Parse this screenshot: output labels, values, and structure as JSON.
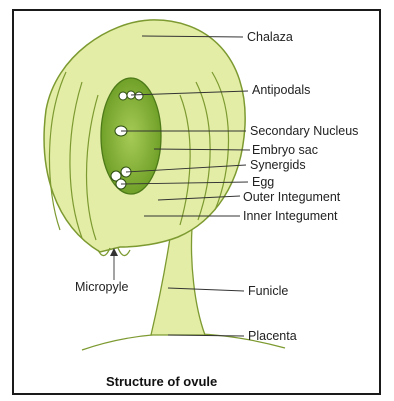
{
  "caption": "Structure of ovule",
  "labels": {
    "chalaza": "Chalaza",
    "antipodals": "Antipodals",
    "secondary_nucleus": "Secondary Nucleus",
    "embryo_sac": "Embryo sac",
    "synergids": "Synergids",
    "egg": "Egg",
    "outer_integument": "Outer Integument",
    "inner_integument": "Inner Integument",
    "micropyle": "Micropyle",
    "funicle": "Funicle",
    "placenta": "Placenta"
  },
  "colors": {
    "ovule_fill": "#e3eda6",
    "ovule_line": "#7d9a31",
    "embryo_sac_fill": "#7daf30",
    "nucleus_fill": "#ffffff"
  }
}
